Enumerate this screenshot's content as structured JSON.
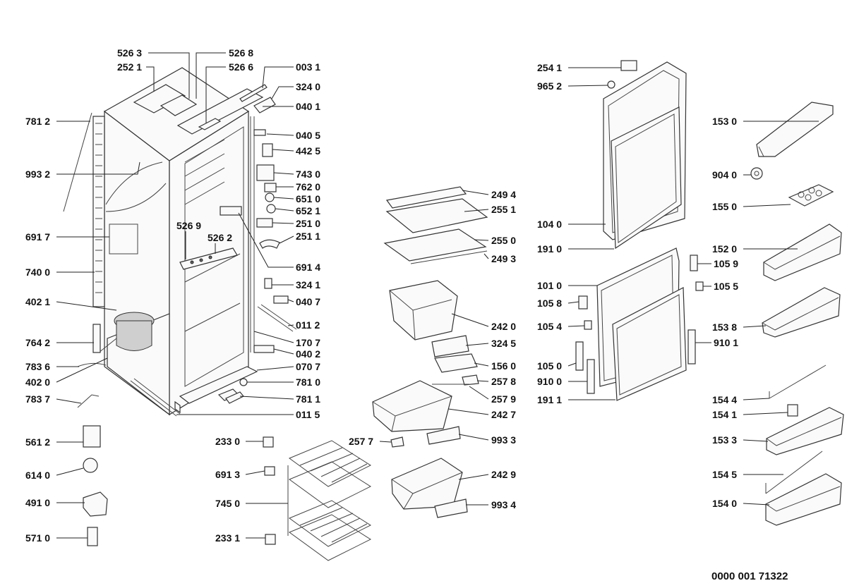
{
  "document_number": "0000 001 71322",
  "part_labels": [
    "526 3",
    "252 1",
    "526 8",
    "526 6",
    "003 1",
    "324 0",
    "040 1",
    "781 2",
    "040 5",
    "442 5",
    "993 2",
    "743 0",
    "762 0",
    "651 0",
    "652 1",
    "251 0",
    "691 7",
    "526 9",
    "526 2",
    "251 1",
    "691 4",
    "740 0",
    "324 1",
    "402 1",
    "040 7",
    "011 2",
    "764 2",
    "170 7",
    "040 2",
    "783 6",
    "070 7",
    "402 0",
    "781 0",
    "783 7",
    "781 1",
    "011 5",
    "561 2",
    "614 0",
    "491 0",
    "571 0",
    "249 4",
    "255 1",
    "255 0",
    "249 3",
    "242 0",
    "324 5",
    "156 0",
    "257 8",
    "257 9",
    "242 7",
    "257 7",
    "993 3",
    "242 9",
    "993 4",
    "233 0",
    "691 3",
    "745 0",
    "233 1",
    "254 1",
    "965 2",
    "104 0",
    "191 0",
    "101 0",
    "105 8",
    "105 4",
    "105 0",
    "910 0",
    "191 1",
    "153 0",
    "904 0",
    "155 0",
    "152 0",
    "105 9",
    "105 5",
    "153 8",
    "910 1",
    "154 4",
    "154 1",
    "153 3",
    "154 5",
    "154 0"
  ]
}
